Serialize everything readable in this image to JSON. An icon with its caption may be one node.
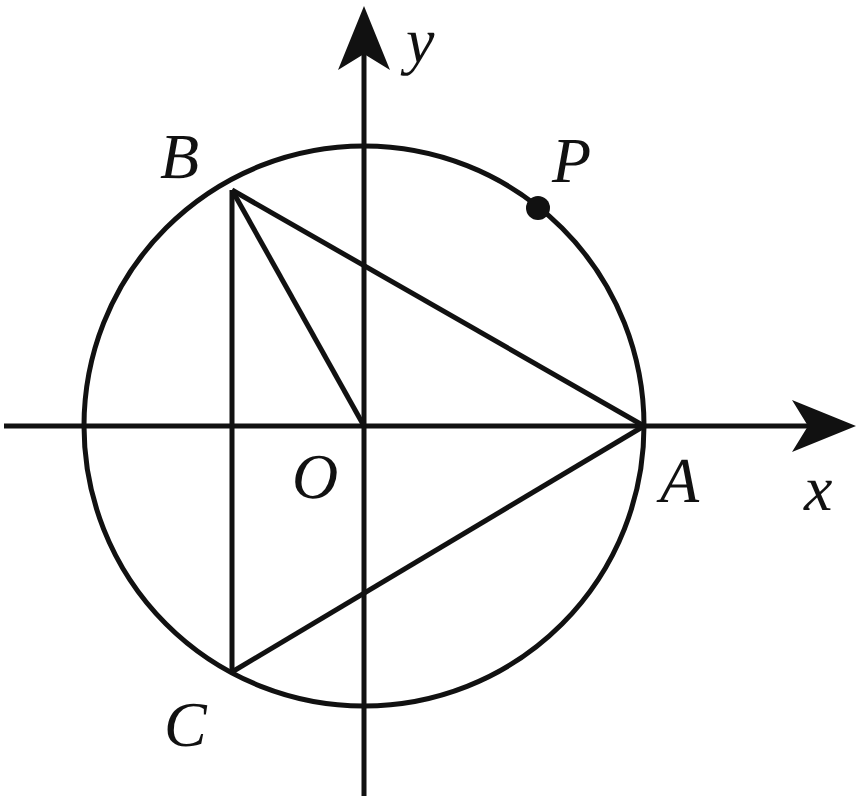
{
  "diagram": {
    "labels": [
      "y",
      "B",
      "P",
      "O",
      "A",
      "x",
      "C"
    ]
  }
}
